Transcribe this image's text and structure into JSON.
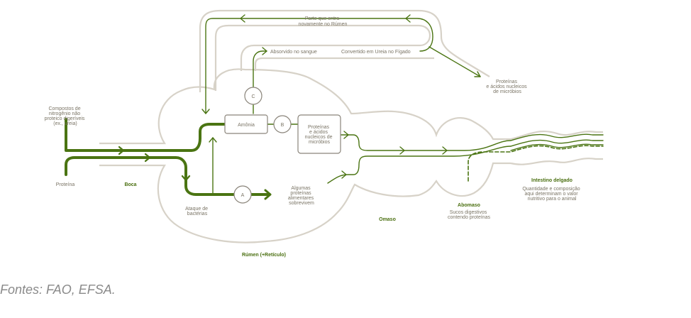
{
  "colors": {
    "arrow": "#4a7412",
    "outline": "#d7d2c8",
    "node": "#8a847a",
    "text": "#7a7465"
  },
  "labels": {
    "compostos": [
      "Compostos de",
      "nitrogênio não",
      "proteico digeríveis",
      "(ex., ureia)"
    ],
    "proteina": "Proteína",
    "boca": "Boca",
    "parte": [
      "Parte que entra",
      "novamente no Rúmen"
    ],
    "absorvido": "Absorvido no sangue",
    "convertido": "Convertido em Ureia no Fígado",
    "proteinas_microbios": [
      "Proteínas",
      "e ácidos nucleicos",
      "de micróbios"
    ],
    "ataque": [
      "Ataque de",
      "bactérias"
    ],
    "algumas": [
      "Algumas",
      "proteínas",
      "alimentares",
      "sobrevivem"
    ],
    "omaso": "Omaso",
    "rumen": "Rúmen (+Retículo)",
    "abomaso": "Abomaso",
    "sucos": [
      "Sucos digestivos",
      "contendo proteínas"
    ],
    "intestino": "Intestino delgado",
    "quantidade": [
      "Quantidade e composição",
      "aqui determinam o valor",
      "nutritivo para o animal"
    ]
  },
  "nodes": {
    "amonia": "Amônia",
    "b": "B",
    "c": "C",
    "a": "A",
    "proteinas_box": [
      "Proteínas",
      "e ácidos",
      "nucleicos de",
      "micróbios"
    ]
  },
  "caption": "Fontes: FAO, EFSA."
}
